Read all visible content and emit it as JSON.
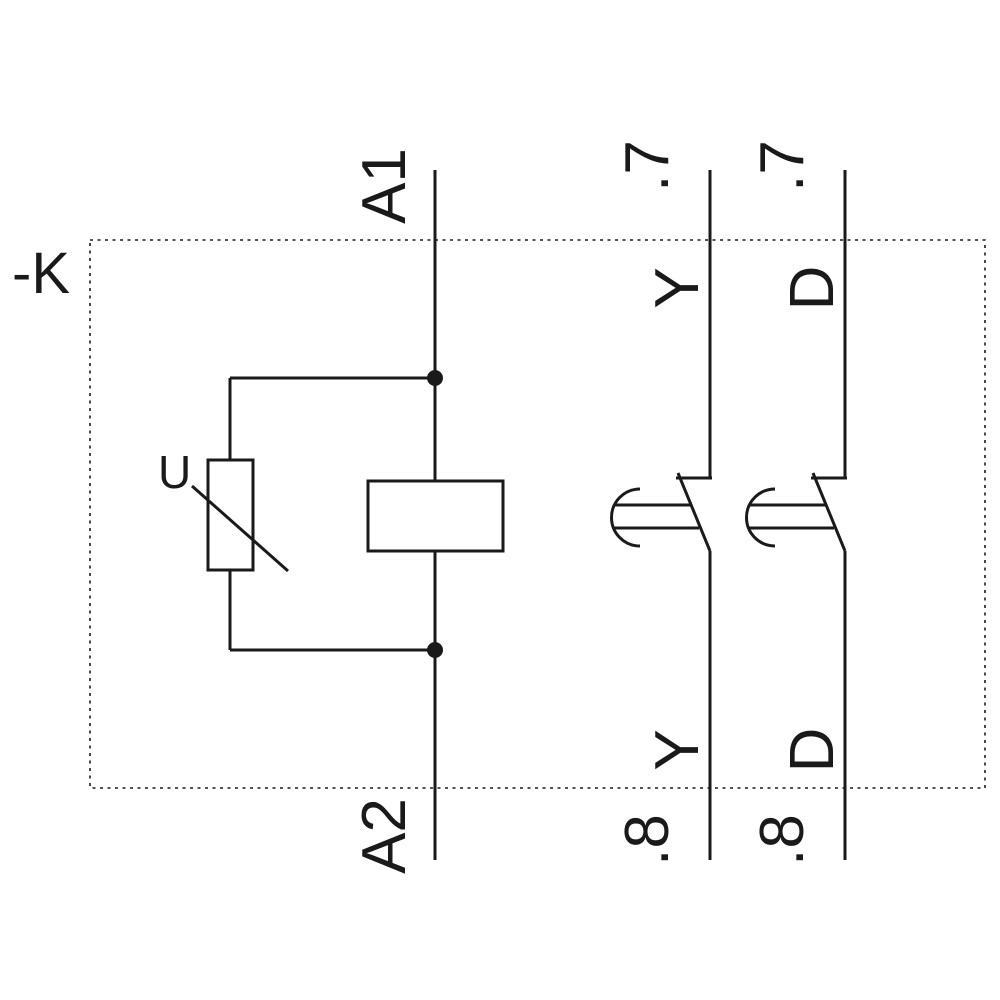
{
  "diagram": {
    "device_label": "-K",
    "coil": {
      "top_terminal": "A1",
      "bottom_terminal": "A2"
    },
    "varistor": {
      "label": "U"
    },
    "contacts": [
      {
        "top_terminal": ".7",
        "top_function": "Y",
        "bottom_function": "Y",
        "bottom_terminal": ".8"
      },
      {
        "top_terminal": ".7",
        "top_function": "D",
        "bottom_function": "D",
        "bottom_terminal": ".8"
      }
    ],
    "colors": {
      "line": "#1a1a1a",
      "background": "#ffffff"
    }
  }
}
